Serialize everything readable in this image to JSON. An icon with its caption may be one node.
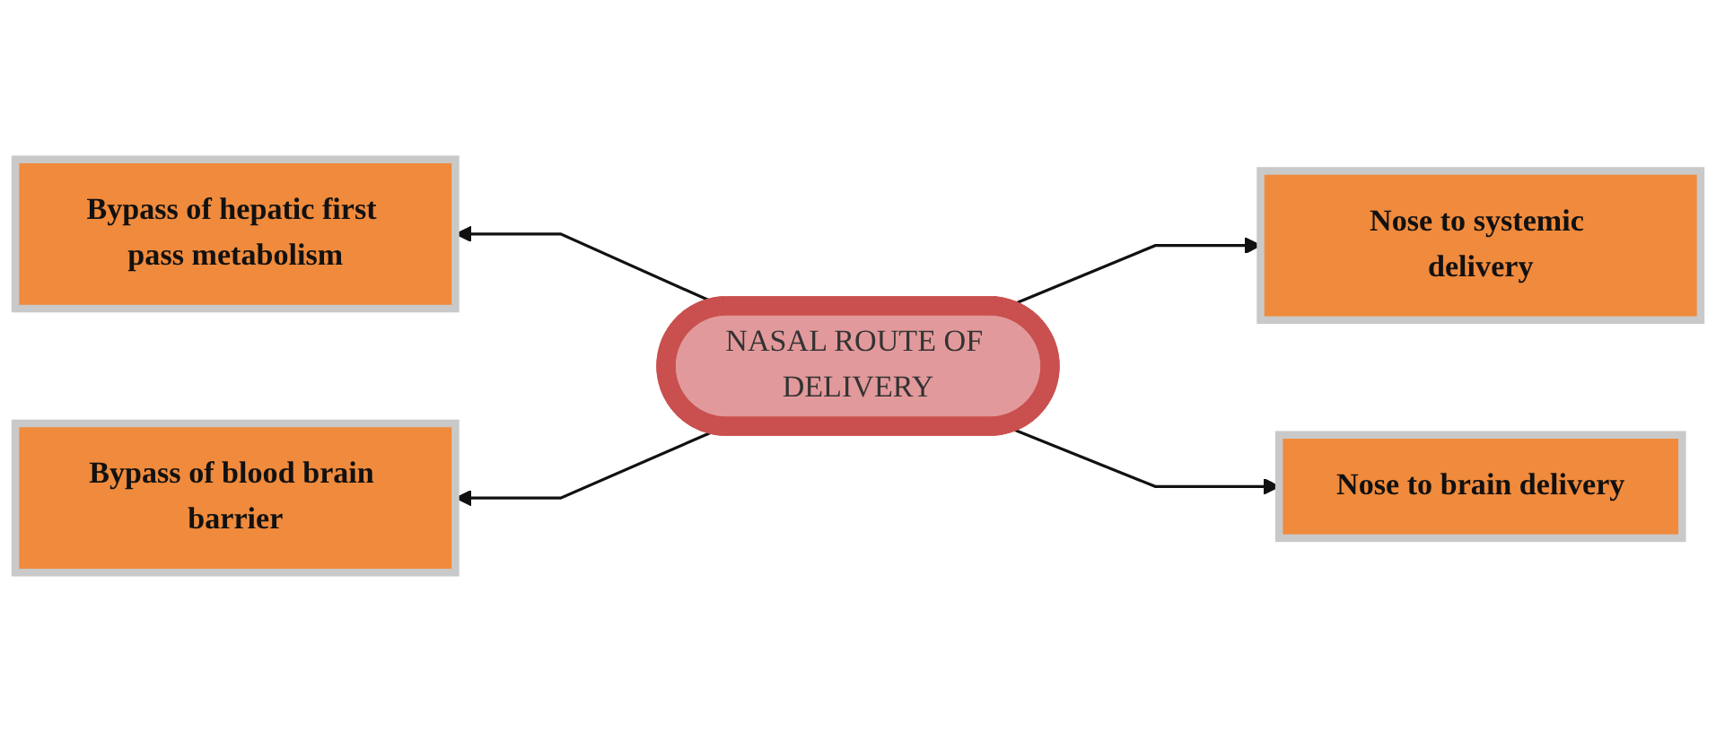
{
  "diagram": {
    "nodes": [
      {
        "text": [
          "Bypass of hepatic first pass metabolism"
        ]
      },
      {
        "text": [
          "Nose to systemic delivery"
        ]
      },
      {
        "text": [
          "NASAL ROUTE OF DELIVERY"
        ]
      },
      {
        "text": [
          "Bypass of blood brain barrier"
        ]
      },
      {
        "text": [
          "Nose to brain delivery"
        ]
      }
    ],
    "edges": [
      {
        "from": 2,
        "to": 0,
        "arrow": "to"
      },
      {
        "from": 2,
        "to": 1,
        "arrow": "to"
      },
      {
        "from": 2,
        "to": 3,
        "arrow": "to"
      },
      {
        "from": 2,
        "to": 4,
        "arrow": "to"
      }
    ]
  }
}
